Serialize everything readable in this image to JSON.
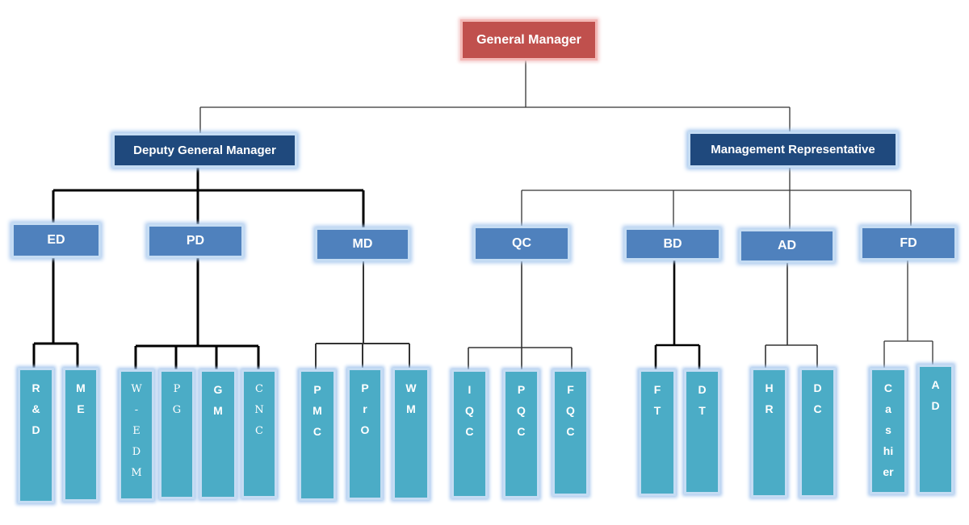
{
  "root": {
    "label": "General Manager"
  },
  "level1": [
    {
      "label": "Deputy General Manager"
    },
    {
      "label": "Management Representative"
    }
  ],
  "departments": [
    {
      "label": "ED"
    },
    {
      "label": "PD"
    },
    {
      "label": "MD"
    },
    {
      "label": "QC"
    },
    {
      "label": "BD"
    },
    {
      "label": "AD"
    },
    {
      "label": "FD"
    }
  ],
  "units": [
    {
      "label": "R&D",
      "lines": [
        "R",
        "&",
        "D"
      ]
    },
    {
      "label": "ME",
      "lines": [
        "M",
        "E"
      ]
    },
    {
      "label": "W-EDM",
      "lines": [
        "W",
        "-",
        "E",
        "D",
        "M"
      ]
    },
    {
      "label": "PG",
      "lines": [
        "P",
        "G"
      ]
    },
    {
      "label": "GM",
      "lines": [
        "G",
        "M"
      ]
    },
    {
      "label": "CNC",
      "lines": [
        "C",
        "N",
        "C"
      ]
    },
    {
      "label": "PMC",
      "lines": [
        "P",
        "M",
        "C"
      ]
    },
    {
      "label": "PrO",
      "lines": [
        "P",
        "r",
        "O"
      ]
    },
    {
      "label": "WM",
      "lines": [
        "W",
        "M"
      ]
    },
    {
      "label": "IQC",
      "lines": [
        "I",
        "Q",
        "C"
      ]
    },
    {
      "label": "PQC",
      "lines": [
        "P",
        "Q",
        "C"
      ]
    },
    {
      "label": "FQC",
      "lines": [
        "F",
        "Q",
        "C"
      ]
    },
    {
      "label": "FT",
      "lines": [
        "F",
        "T"
      ]
    },
    {
      "label": "DT",
      "lines": [
        "D",
        "T"
      ]
    },
    {
      "label": "HR",
      "lines": [
        "H",
        "R"
      ]
    },
    {
      "label": "DC",
      "lines": [
        "D",
        "C"
      ]
    },
    {
      "label": "Cashier",
      "lines": [
        "C",
        "a",
        "s",
        "hi",
        "er"
      ]
    },
    {
      "label": "AD",
      "lines": [
        "A",
        "D"
      ]
    }
  ],
  "colors": {
    "root": "#c0504d",
    "level1": "#1f497d",
    "department": "#4f81bd",
    "unit": "#4bacc6",
    "connector": "#000000"
  }
}
